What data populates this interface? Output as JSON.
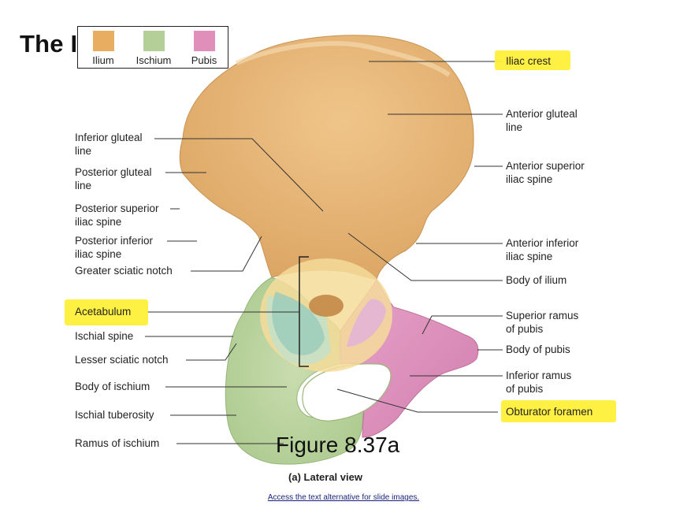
{
  "title": "The I",
  "legend": [
    {
      "label": "Ilium",
      "color": "#e9ad62"
    },
    {
      "label": "Ischium",
      "color": "#b5cf98"
    },
    {
      "label": "Pubis",
      "color": "#e08fba"
    }
  ],
  "labels": {
    "iliac_crest": "Iliac crest",
    "anterior_gluteal_line": [
      "Anterior gluteal",
      "line"
    ],
    "anterior_superior_iliac_spine": [
      "Anterior superior",
      "iliac spine"
    ],
    "anterior_inferior_iliac_spine": [
      "Anterior inferior",
      "iliac spine"
    ],
    "body_of_ilium": "Body of ilium",
    "superior_ramus_of_pubis": [
      "Superior ramus",
      "of pubis"
    ],
    "body_of_pubis": "Body of pubis",
    "inferior_ramus_of_pubis": [
      "Inferior ramus",
      "of pubis"
    ],
    "obturator_foramen": "Obturator foramen",
    "inferior_gluteal_line": [
      "Inferior gluteal",
      "line"
    ],
    "posterior_gluteal_line": [
      "Posterior gluteal",
      "line"
    ],
    "posterior_superior_iliac_spine": [
      "Posterior superior",
      "iliac spine"
    ],
    "posterior_inferior_iliac_spine": [
      "Posterior inferior",
      "iliac spine"
    ],
    "greater_sciatic_notch": "Greater sciatic notch",
    "acetabulum": "Acetabulum",
    "ischial_spine": "Ischial spine",
    "lesser_sciatic_notch": "Lesser sciatic notch",
    "body_of_ischium": "Body of ischium",
    "ischial_tuberosity": "Ischial tuberosity",
    "ramus_of_ischium": "Ramus of ischium"
  },
  "figure_label": "Figure 8.37a",
  "caption": "(a) Lateral view",
  "alt_link": "Access the text alternative for slide images.",
  "colors": {
    "highlight": "#ffef3a",
    "ilium": "#e9ad62",
    "ischium": "#b5cf98",
    "pubis": "#e08fba",
    "acetabulum_fossa": "#9ccbbc"
  }
}
